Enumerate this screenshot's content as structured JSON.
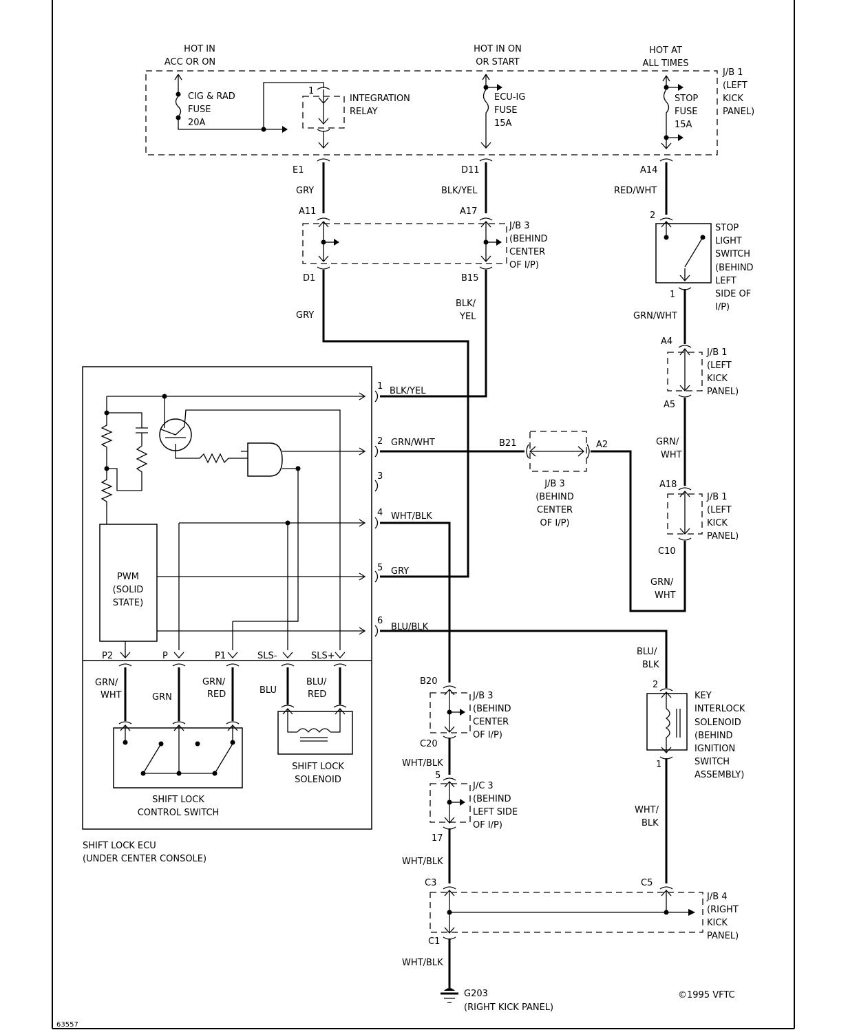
{
  "power": {
    "acc_or_on": [
      "HOT IN",
      "ACC OR ON"
    ],
    "on_or_start": [
      "HOT IN ON",
      "OR START"
    ],
    "all_times": [
      "HOT AT",
      "ALL TIMES"
    ]
  },
  "jb1_top": [
    "J/B 1",
    "(LEFT",
    "KICK",
    "PANEL)"
  ],
  "cig_fuse": [
    "CIG & RAD",
    "FUSE",
    "20A"
  ],
  "integration_relay": [
    "INTEGRATION",
    "RELAY"
  ],
  "relay_pin": "1",
  "ecu_ig_fuse": [
    "ECU-IG",
    "FUSE",
    "15A"
  ],
  "stop_fuse": [
    "STOP",
    "FUSE",
    "15A"
  ],
  "connectors": {
    "e1": "E1",
    "d11": "D11",
    "a14": "A14",
    "a11": "A11",
    "a17": "A17",
    "d1": "D1",
    "b15": "B15",
    "stop_pin2": "2",
    "stop_pin1": "1",
    "a4": "A4",
    "a5": "A5",
    "a18": "A18",
    "c10": "C10",
    "b21": "B21",
    "a2": "A2",
    "b20": "B20",
    "c20": "C20",
    "jc_pin5": "5",
    "jc_pin17": "17",
    "c3": "C3",
    "c5": "C5",
    "c1": "C1",
    "key_pin2": "2",
    "key_pin1": "1"
  },
  "wires": {
    "gry_top": "GRY",
    "blk_yel_top": "BLK/YEL",
    "red_wht": "RED/WHT",
    "gry_mid": "GRY",
    "blk_yel_mid": [
      "BLK/",
      "YEL"
    ],
    "grn_wht_1": "GRN/WHT",
    "grn_wht_2": [
      "GRN/",
      "WHT"
    ],
    "grn_wht_3": [
      "GRN/",
      "WHT"
    ],
    "blu_blk_r": [
      "BLU/",
      "BLK"
    ],
    "wht_blk_r": [
      "WHT/",
      "BLK"
    ],
    "wht_blk_1": "WHT/BLK",
    "wht_blk_2": "WHT/BLK",
    "wht_blk_3": "WHT/BLK",
    "sw_grn_wht": [
      "GRN/",
      "WHT"
    ],
    "sw_grn": "GRN",
    "sw_grn_red": [
      "GRN/",
      "RED"
    ],
    "sol_blu": "BLU",
    "sol_blu_red": [
      "BLU/",
      "RED"
    ]
  },
  "jb3_behind_center": [
    "J/B 3",
    "(BEHIND",
    "CENTER",
    "OF I/P)"
  ],
  "jb3_b21": [
    "J/B 3",
    "(BEHIND",
    "CENTER",
    "OF I/P)"
  ],
  "jb3_b20": [
    "J/B 3",
    "(BEHIND",
    "CENTER",
    "OF I/P)"
  ],
  "stop_light_switch": [
    "STOP",
    "LIGHT",
    "SWITCH",
    "(BEHIND",
    "LEFT",
    "SIDE OF",
    "I/P)"
  ],
  "jb1_a4": [
    "J/B 1",
    "(LEFT",
    "KICK",
    "PANEL)"
  ],
  "jb1_a18": [
    "J/B 1",
    "(LEFT",
    "KICK",
    "PANEL)"
  ],
  "jc3": [
    "J/C 3",
    "(BEHIND",
    "LEFT SIDE",
    "OF I/P)"
  ],
  "key_interlock": [
    "KEY",
    "INTERLOCK",
    "SOLENOID",
    "(BEHIND",
    "IGNITION",
    "SWITCH",
    "ASSEMBLY)"
  ],
  "jb4": [
    "J/B 4",
    "(RIGHT",
    "KICK",
    "PANEL)"
  ],
  "ground": [
    "G203",
    "(RIGHT KICK PANEL)"
  ],
  "ecu": {
    "pins": [
      {
        "num": "1",
        "wire": "BLK/YEL"
      },
      {
        "num": "2",
        "wire": "GRN/WHT"
      },
      {
        "num": "3",
        "wire": ""
      },
      {
        "num": "4",
        "wire": "WHT/BLK"
      },
      {
        "num": "5",
        "wire": "GRY"
      },
      {
        "num": "6",
        "wire": "BLU/BLK"
      }
    ],
    "pwm": [
      "PWM",
      "(SOLID",
      "STATE)"
    ],
    "bottom_pins": [
      "P2",
      "P",
      "P1",
      "SLS-",
      "SLS+"
    ],
    "label": [
      "SHIFT LOCK ECU",
      "(UNDER CENTER CONSOLE)"
    ]
  },
  "shift_lock_control_switch": [
    "SHIFT LOCK",
    "CONTROL SWITCH"
  ],
  "shift_lock_solenoid": [
    "SHIFT LOCK",
    "SOLENOID"
  ],
  "copyright": "©1995 VFTC",
  "figure_number": "63557"
}
